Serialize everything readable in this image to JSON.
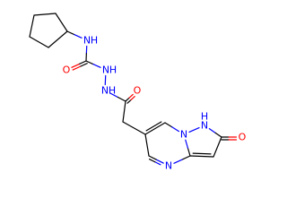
{
  "structure": {
    "atoms": {
      "cp1": {
        "symbol": "C"
      },
      "cp2": {
        "symbol": "C"
      },
      "cp3": {
        "symbol": "C"
      },
      "cp4": {
        "symbol": "C"
      },
      "cp5": {
        "symbol": "C"
      },
      "n_amide": {
        "symbol": "N",
        "label": "N",
        "h": "H"
      },
      "c_urea": {
        "symbol": "C"
      },
      "o_urea": {
        "symbol": "O",
        "label": "O"
      },
      "n_hydrazide1": {
        "symbol": "N",
        "label": "N",
        "h": "H"
      },
      "n_hydrazide2": {
        "symbol": "N",
        "label": "N",
        "h": "H"
      },
      "c_acyl": {
        "symbol": "C"
      },
      "o_acyl": {
        "symbol": "O",
        "label": "O"
      },
      "c_methylene": {
        "symbol": "C"
      },
      "r1": {
        "symbol": "C"
      },
      "r2": {
        "symbol": "C"
      },
      "n_bridge": {
        "symbol": "N",
        "label": "N"
      },
      "n_h": {
        "symbol": "N",
        "label": "N",
        "h": "H"
      },
      "c_oxo": {
        "symbol": "C"
      },
      "o_oxo": {
        "symbol": "O",
        "label": "O"
      },
      "c_ring5": {
        "symbol": "C"
      },
      "c_fused": {
        "symbol": "C"
      },
      "n_ring": {
        "symbol": "N",
        "label": "N"
      },
      "r3": {
        "symbol": "C"
      }
    },
    "bonds": [
      {
        "a": "cp1",
        "b": "cp2",
        "order": 1
      },
      {
        "a": "cp2",
        "b": "cp3",
        "order": 1
      },
      {
        "a": "cp3",
        "b": "cp4",
        "order": 1
      },
      {
        "a": "cp4",
        "b": "cp5",
        "order": 1
      },
      {
        "a": "cp5",
        "b": "cp1",
        "order": 1
      },
      {
        "a": "cp1",
        "b": "n_amide",
        "order": 1
      },
      {
        "a": "n_amide",
        "b": "c_urea",
        "order": 1
      },
      {
        "a": "c_urea",
        "b": "o_urea",
        "order": 2
      },
      {
        "a": "c_urea",
        "b": "n_hydrazide1",
        "order": 1
      },
      {
        "a": "n_hydrazide1",
        "b": "n_hydrazide2",
        "order": 1
      },
      {
        "a": "n_hydrazide2",
        "b": "c_acyl",
        "order": 1
      },
      {
        "a": "c_acyl",
        "b": "o_acyl",
        "order": 2
      },
      {
        "a": "c_acyl",
        "b": "c_methylene",
        "order": 1
      },
      {
        "a": "c_methylene",
        "b": "r1",
        "order": 1
      },
      {
        "a": "r1",
        "b": "r2",
        "order": 2
      },
      {
        "a": "r2",
        "b": "n_bridge",
        "order": 1
      },
      {
        "a": "n_bridge",
        "b": "n_h",
        "order": 1
      },
      {
        "a": "n_h",
        "b": "c_oxo",
        "order": 1
      },
      {
        "a": "c_oxo",
        "b": "o_oxo",
        "order": 2
      },
      {
        "a": "c_oxo",
        "b": "c_ring5",
        "order": 1
      },
      {
        "a": "c_ring5",
        "b": "c_fused",
        "order": 2
      },
      {
        "a": "c_fused",
        "b": "n_bridge",
        "order": 1
      },
      {
        "a": "c_fused",
        "b": "n_ring",
        "order": 1
      },
      {
        "a": "n_ring",
        "b": "r3",
        "order": 2
      },
      {
        "a": "r3",
        "b": "r1",
        "order": 1
      }
    ],
    "colors": {
      "bond": "#000000",
      "N": "#0000ff",
      "O": "#ff0000",
      "background": "#ffffff"
    }
  }
}
